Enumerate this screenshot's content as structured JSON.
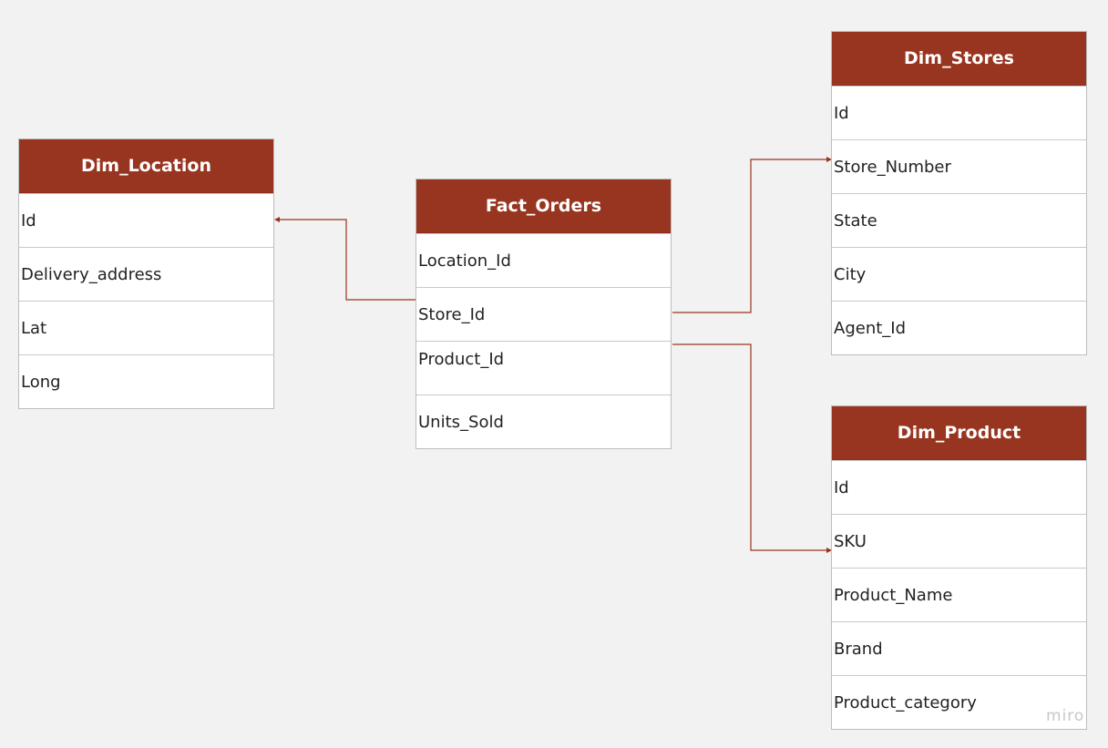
{
  "colors": {
    "header_fill": "#983520",
    "connector": "#983520",
    "canvas": "#f2f2f2",
    "row_fill": "#ffffff",
    "row_border": "#c9c9c9"
  },
  "entities": {
    "location": {
      "title": "Dim_Location",
      "fields": [
        "Id",
        "Delivery_address",
        "Lat",
        "Long"
      ]
    },
    "orders": {
      "title": "Fact_Orders",
      "fields": [
        "Location_Id",
        "Store_Id",
        "Product_Id",
        "Units_Sold"
      ]
    },
    "stores": {
      "title": "Dim_Stores",
      "fields": [
        "Id",
        "Store_Number",
        "State",
        "City",
        "Agent_Id"
      ]
    },
    "product": {
      "title": "Dim_Product",
      "fields": [
        "Id",
        "SKU",
        "Product_Name",
        "Brand",
        "Product_category"
      ]
    }
  },
  "relationships": [
    {
      "from": "Fact_Orders.Store_Id",
      "to": "Dim_Location.Id"
    },
    {
      "from": "Fact_Orders.Store_Id",
      "to": "Dim_Stores.Store_Number"
    },
    {
      "from": "Fact_Orders.Product_Id",
      "to": "Dim_Product.SKU"
    }
  ],
  "watermark": "miro"
}
